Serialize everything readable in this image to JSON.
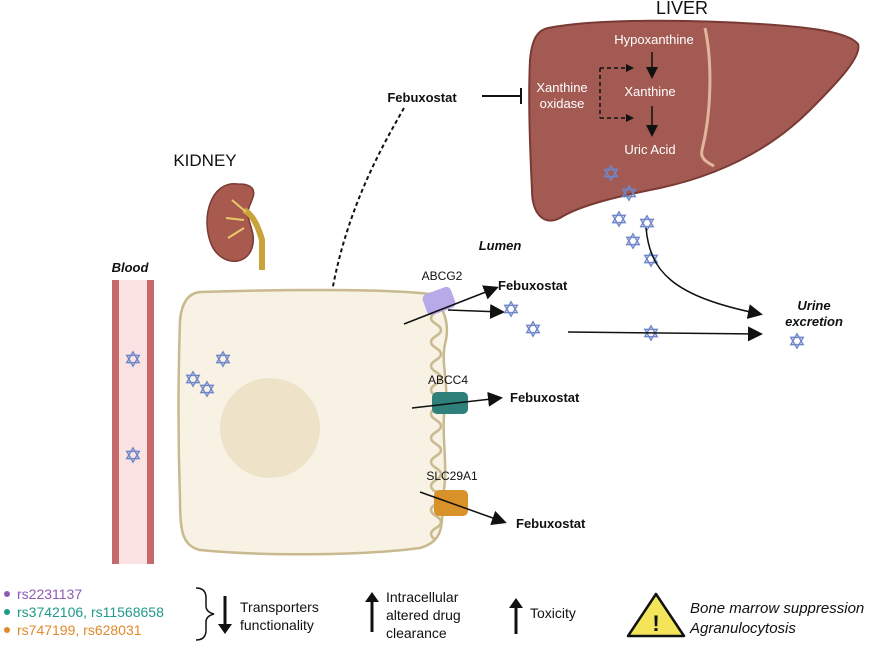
{
  "labels": {
    "liver": "LIVER",
    "kidney": "KIDNEY",
    "blood": "Blood",
    "lumen": "Lumen",
    "hypoxanthine": "Hypoxanthine",
    "xanthine": "Xanthine",
    "uric_acid": "Uric Acid",
    "xanthine_oxidase_1": "Xanthine",
    "xanthine_oxidase_2": "oxidase",
    "febuxostat_top": "Febuxostat",
    "urine_1": "Urine",
    "urine_2": "excretion"
  },
  "transporters": [
    {
      "name": "ABCG2",
      "drug": "Febuxostat",
      "color": "#b8a9e8"
    },
    {
      "name": "ABCC4",
      "drug": "Febuxostat",
      "color": "#2f7f7a"
    },
    {
      "name": "SLC29A1",
      "drug": "Febuxostat",
      "color": "#d9922a"
    }
  ],
  "legend": {
    "variants": [
      {
        "text": "rs2231137",
        "color": "#8e5bb5"
      },
      {
        "text": "rs3742106, rs11568658",
        "color": "#1f9a8a"
      },
      {
        "text": "rs747199, rs628031",
        "color": "#e08a2a"
      }
    ],
    "effect1": [
      "Transporters",
      "functionality"
    ],
    "effect2": [
      "Intracellular",
      "altered drug",
      "clearance"
    ],
    "effect3": "Toxicity",
    "warning": [
      "Bone marrow suppression",
      "Agranulocytosis"
    ]
  },
  "colors": {
    "liver": "#a35a52",
    "liver_dark": "#7a3a34",
    "cell": "#f7f2e3",
    "cell_border": "#c9b98f",
    "vessel": "#c46a6a",
    "vessel_inner": "#fbe3e3",
    "star": "#6f86c9",
    "warning_fill": "#f3e45a"
  }
}
